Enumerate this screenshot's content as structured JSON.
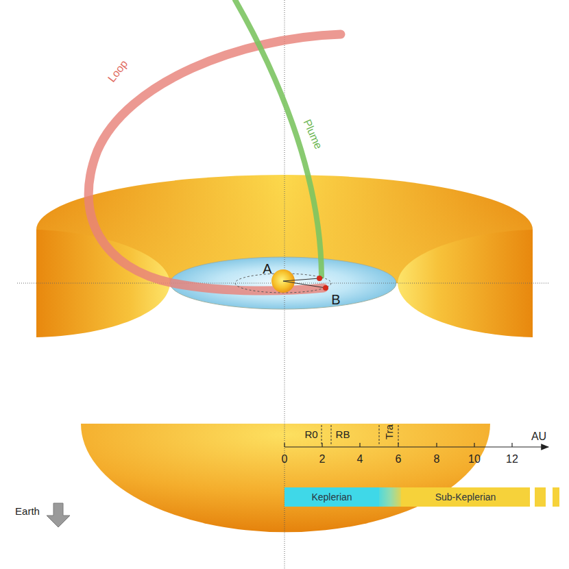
{
  "diagram": {
    "nodes": [
      {
        "text": [
          "Keplerian"
        ]
      },
      {
        "text": [
          "Sub-Keplerian"
        ]
      }
    ],
    "labels": [
      "Loop",
      "Plume",
      "A",
      "B",
      "R0",
      "RB",
      "Tra",
      "AU",
      "0",
      "2",
      "4",
      "6",
      "8",
      "10",
      "12",
      "Earth"
    ]
  }
}
